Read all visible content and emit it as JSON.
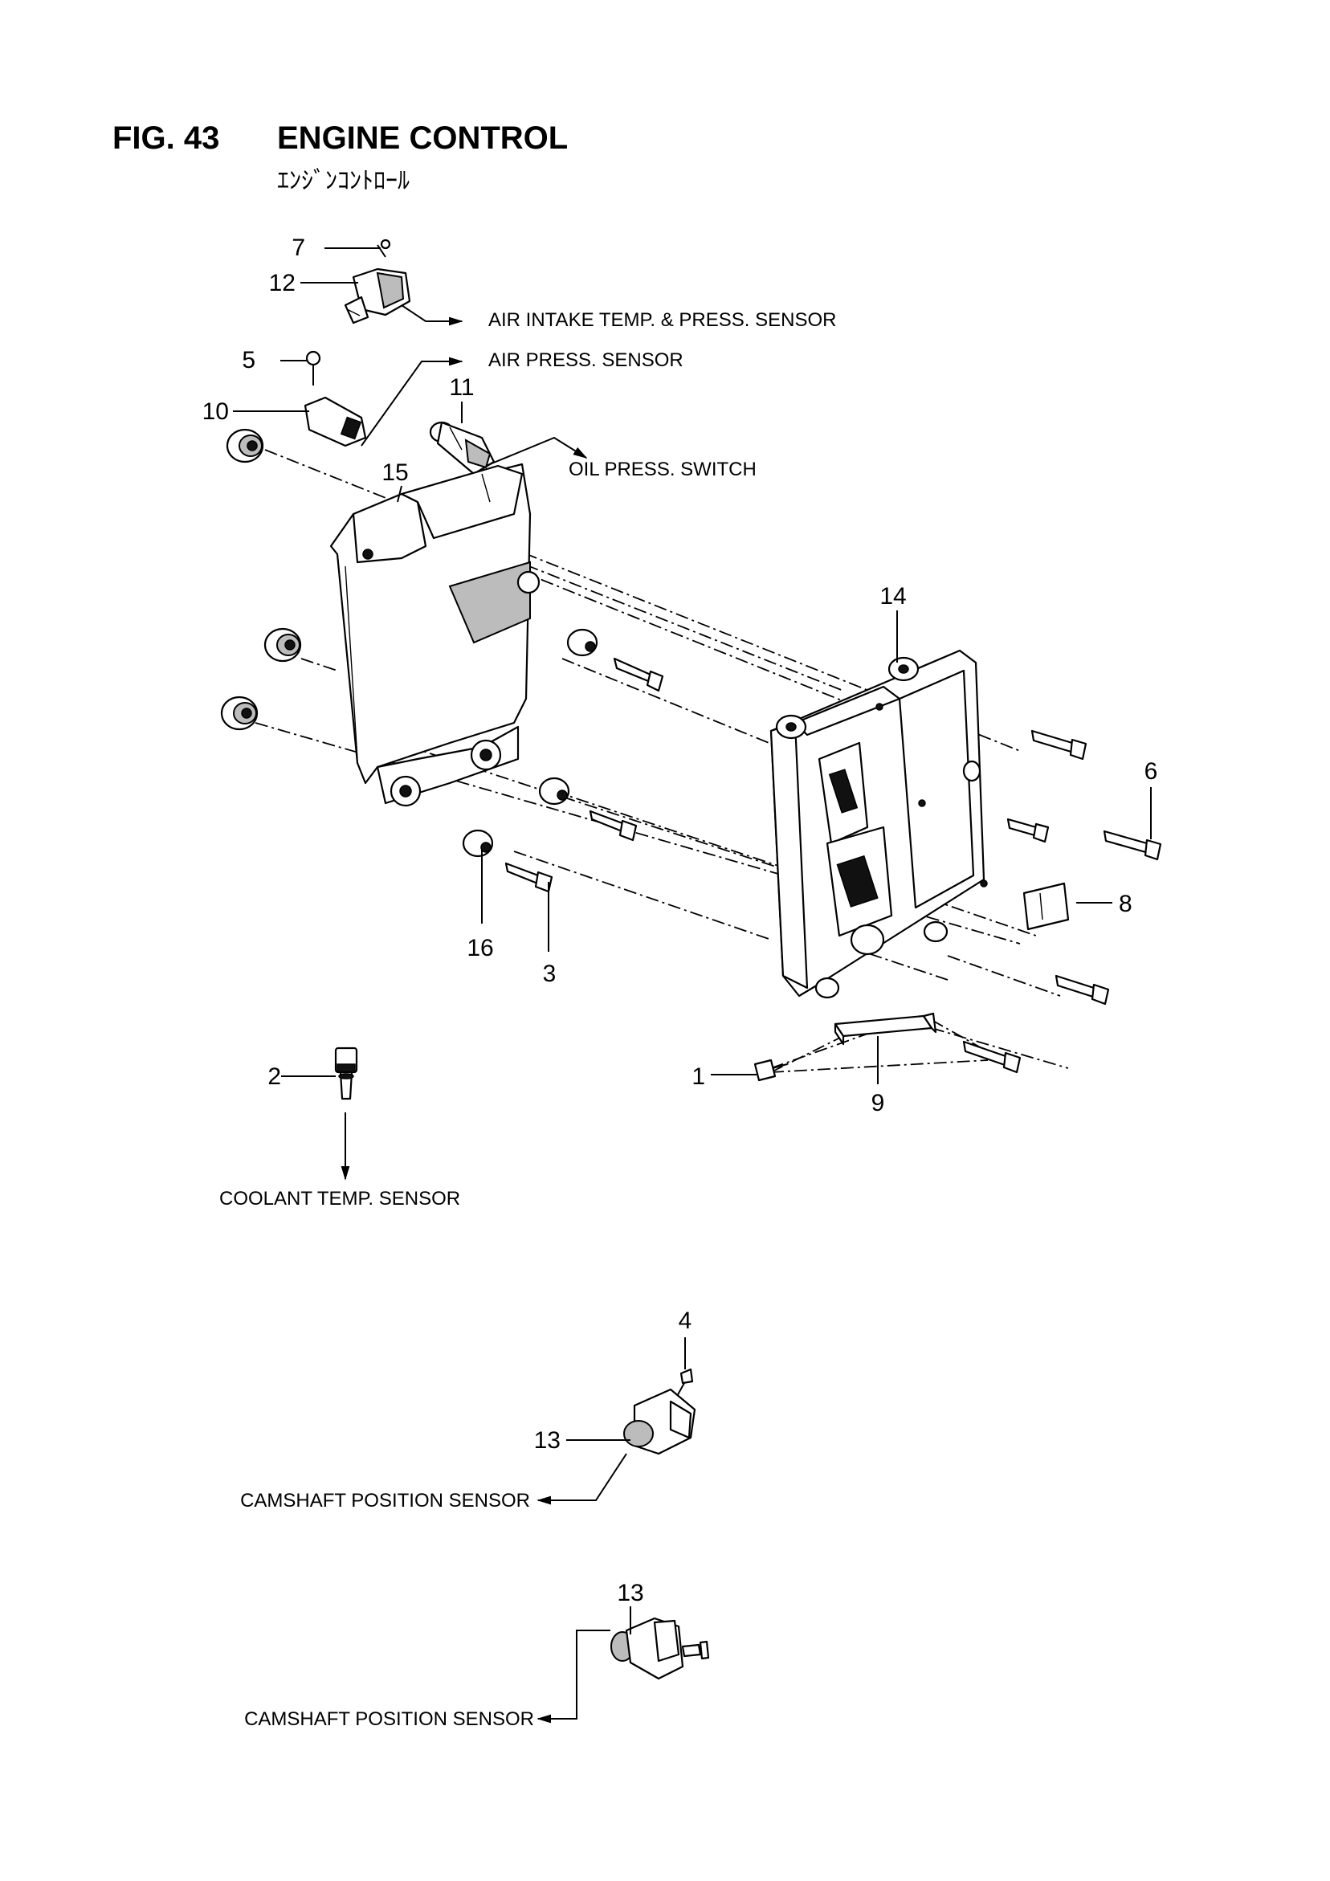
{
  "header": {
    "fig_number": "FIG. 43",
    "title": "ENGINE CONTROL",
    "subtitle_jp": "ｴﾝｼﾞﾝｺﾝﾄﾛｰﾙ"
  },
  "callouts": {
    "c1": "1",
    "c2": "2",
    "c3": "3",
    "c4": "4",
    "c5": "5",
    "c6": "6",
    "c7": "7",
    "c8": "8",
    "c9": "9",
    "c10": "10",
    "c11": "11",
    "c12": "12",
    "c13a": "13",
    "c13b": "13",
    "c14": "14",
    "c15": "15",
    "c16": "16"
  },
  "notes": {
    "air_intake": "AIR INTAKE TEMP. & PRESS. SENSOR",
    "air_press": "AIR PRESS. SENSOR",
    "oil_press": "OIL PRESS. SWITCH",
    "coolant": "COOLANT TEMP. SENSOR",
    "camshaft_1": "CAMSHAFT POSITION SENSOR",
    "camshaft_2": "CAMSHAFT POSITION SENSOR"
  }
}
